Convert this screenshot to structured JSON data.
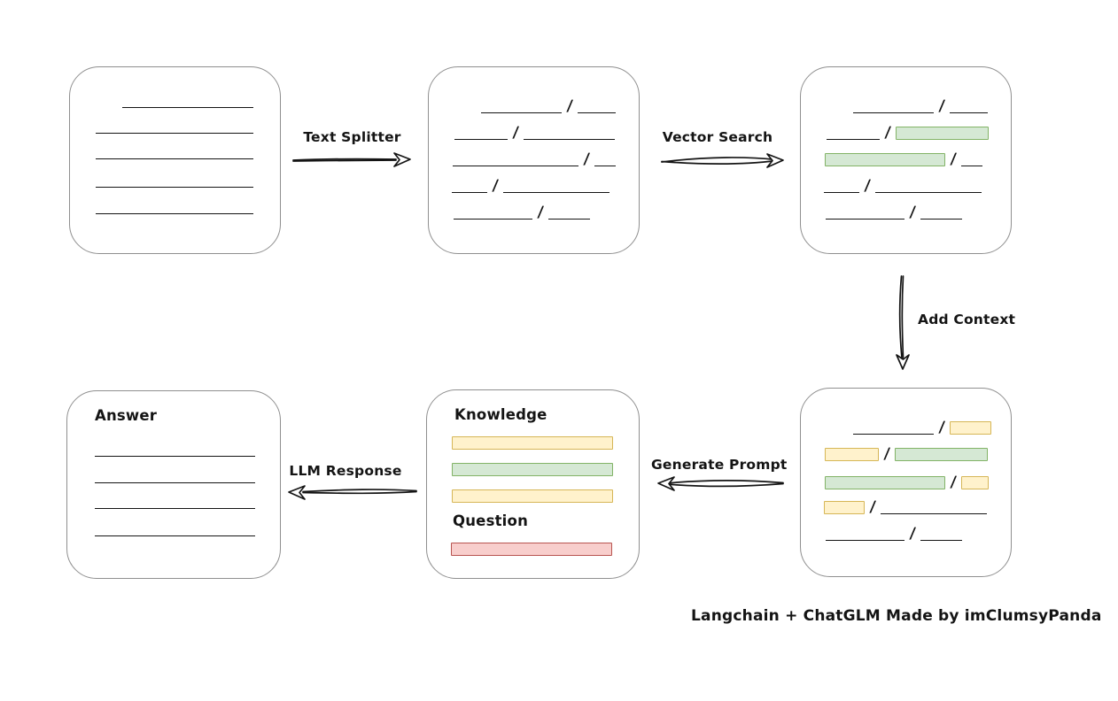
{
  "caption": "Langchain + ChatGLM Made by imClumsyPanda",
  "slash": "/",
  "edges": {
    "text_splitter": "Text Splitter",
    "vector_search": "Vector Search",
    "add_context": "Add Context",
    "generate_prompt": "Generate Prompt",
    "llm_response": "LLM Response"
  },
  "prompt_box": {
    "knowledge": "Knowledge",
    "question": "Question"
  },
  "answer_box": {
    "title": "Answer"
  },
  "nodes": [
    {
      "id": "source-document",
      "description": "document with 5 plain text lines"
    },
    {
      "id": "chunked-text",
      "description": "5 lines split into chunks separated by slashes"
    },
    {
      "id": "vector-search-result",
      "description": "chunks with 2 matched chunks highlighted green"
    },
    {
      "id": "context-chunks",
      "description": "chunks with green matches plus yellow context chunks"
    },
    {
      "id": "prompt",
      "description": "Knowledge bars (yellow, green, yellow) and Question bar (red)"
    },
    {
      "id": "answer",
      "description": "answer document with 4 plain text lines"
    }
  ],
  "colors": {
    "matched_chunk_fill": "#d5e8d4",
    "matched_chunk_stroke": "#82b366",
    "context_chunk_fill": "#fff2cc",
    "context_chunk_stroke": "#d6b656",
    "question_fill": "#f8cecc",
    "question_stroke": "#b85450",
    "node_border": "#8f8f8f",
    "ink": "#141414",
    "background": "#ffffff"
  }
}
